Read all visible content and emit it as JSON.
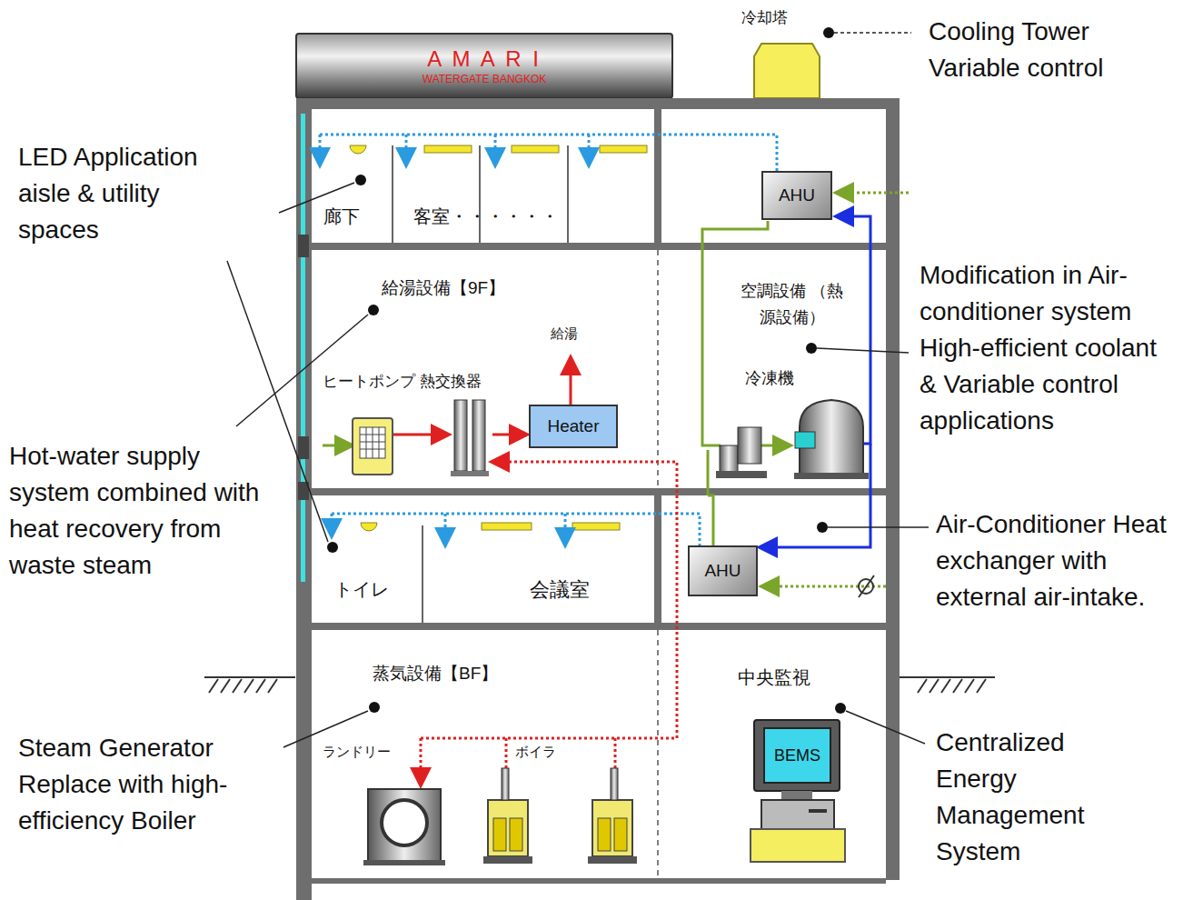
{
  "diagram": {
    "nodes": [
      {
        "text": [
          "A M A R I",
          "WATERGATE BANGKOK"
        ]
      },
      {
        "text": [
          "AHU"
        ]
      },
      {
        "text": [
          "Heater"
        ]
      },
      {
        "text": [
          "AHU"
        ]
      },
      {
        "text": [
          "BEMS"
        ]
      }
    ],
    "labels": [
      "冷却塔",
      "Cooling Tower Variable control",
      "LED Application aisle & utility spaces",
      "廊下",
      "客室・・・・・・",
      "Modification in Air-conditioner system High-efficient coolant & Variable control applications",
      "給湯設備【9F】",
      "空調設備 （熱源設備）",
      "給湯",
      "ヒートポンプ 熱交換器",
      "冷凍機",
      "Hot-water supply system combined with heat recovery from waste steam",
      "Air-Conditioner Heat exchanger with external air-intake.",
      "トイレ",
      "会議室",
      "蒸気設備【BF】",
      "中央監視",
      "ランドリー",
      "ボイラ",
      "Steam Generator Replace with high-efficiency Boiler",
      "Centralized Energy Management System"
    ]
  }
}
